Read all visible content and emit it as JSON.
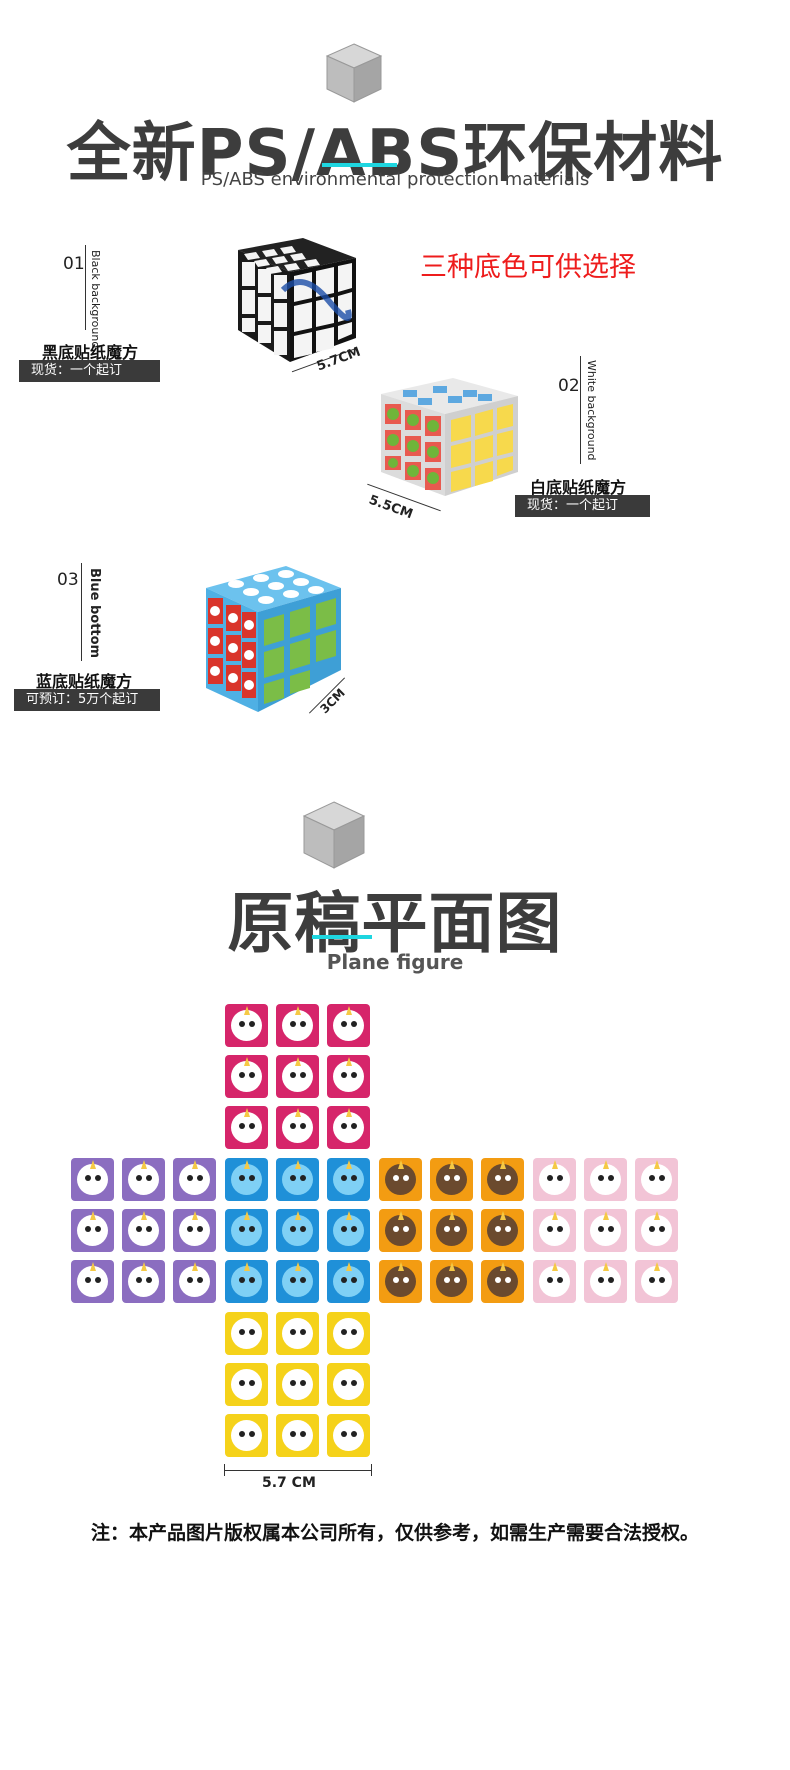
{
  "section1": {
    "title_pre": "全新PS/A",
    "title_mid": "BS",
    "title_post": "环保材料",
    "subtitle": "PS/ABS environmental protection materials",
    "three_colors_note": "三种底色可供选择"
  },
  "cubes": [
    {
      "num": "01",
      "vlabel": "Black background",
      "name": "黑底贴纸魔方",
      "stock": "现货：一个起订",
      "size": "5.7CM",
      "color": "#222222"
    },
    {
      "num": "02",
      "vlabel": "White background",
      "name": "白底贴纸魔方",
      "stock": "现货：一个起订",
      "size": "5.5CM",
      "color": "#f3f3f3"
    },
    {
      "num": "03",
      "vlabel": "Blue bottom",
      "name": "蓝底贴纸魔方",
      "stock": "可预订：5万个起订",
      "size": "3CM",
      "color": "#5ab8ea"
    }
  ],
  "section2": {
    "title_pre": "原稿",
    "title_mid": "平",
    "title_post": "面图",
    "subtitle": "Plane figure",
    "width_label": "5.7 CM"
  },
  "faces": {
    "top": {
      "color": "#d6256a",
      "icon": "panda-icon"
    },
    "left": {
      "color": "#8b6dc0",
      "icon": "cat-unicorn-icon"
    },
    "front": {
      "color": "#1f90d8",
      "icon": "narwhal-icon"
    },
    "right": {
      "color": "#f39c12",
      "icon": "pug-unicorn-icon"
    },
    "back": {
      "color": "#f2c4d6",
      "icon": "unicorn-icon"
    },
    "bottom": {
      "color": "#f5d21a",
      "icon": "llama-icon"
    }
  },
  "footer_note": "注：本产品图片版权属本公司所有，仅供参考，如需生产需要合法授权。",
  "colors": {
    "accent": "#1ed6e0",
    "red": "#ee1c1c"
  }
}
